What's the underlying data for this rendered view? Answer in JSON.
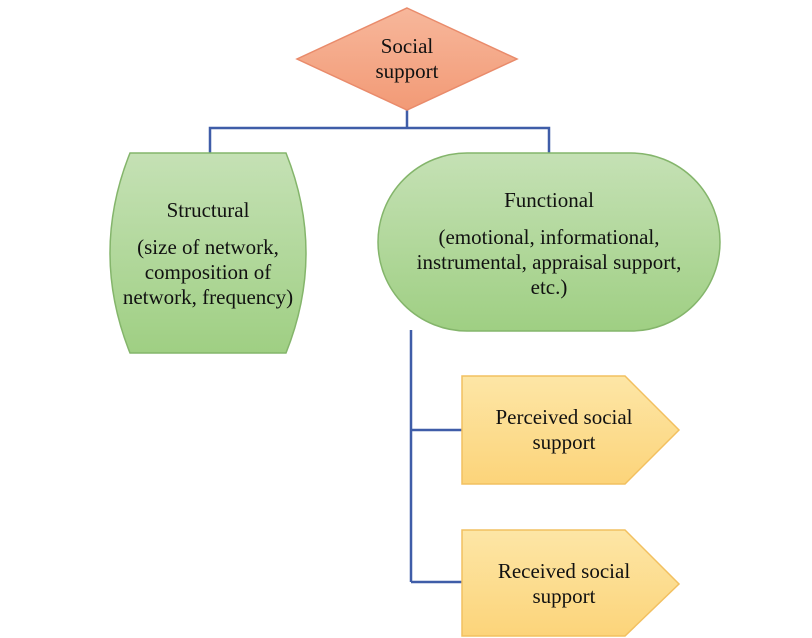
{
  "nodes": {
    "root": {
      "lines": [
        "Social",
        "support"
      ]
    },
    "structural": {
      "title": "Structural",
      "detail_lines": [
        "(size of network,",
        "composition of",
        "network, frequency)"
      ]
    },
    "functional": {
      "title": "Functional",
      "detail_lines": [
        "(emotional, informational,",
        "instrumental, appraisal support,",
        "etc.)"
      ]
    },
    "perceived": {
      "lines": [
        "Perceived social",
        "support"
      ]
    },
    "received": {
      "lines": [
        "Received social",
        "support"
      ]
    }
  },
  "colors": {
    "connector": "#3f5da8",
    "root_fill_top": "#f7b79b",
    "root_fill_bottom": "#f29a76",
    "root_stroke": "#e98b6b",
    "green_fill_top": "#c5e1b5",
    "green_fill_bottom": "#9fcf83",
    "green_stroke": "#84b56b",
    "yellow_fill_top": "#fde6a6",
    "yellow_fill_bottom": "#fcd47a",
    "yellow_stroke": "#f2c060"
  }
}
